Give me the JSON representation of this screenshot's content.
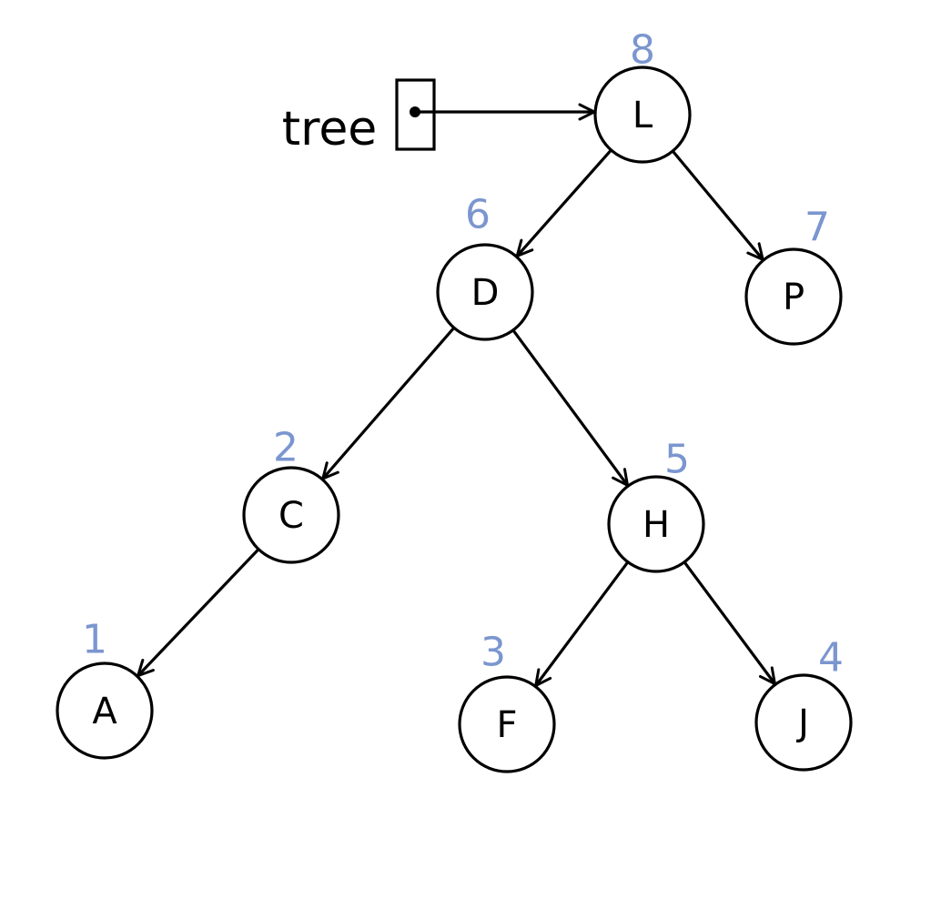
{
  "pointer": {
    "label": "tree",
    "target": "L"
  },
  "colors": {
    "ink": "#000000",
    "order_annotation": "#7b96cf",
    "background": "#ffffff"
  },
  "nodes": [
    {
      "id": "L",
      "label": "L",
      "order": "8"
    },
    {
      "id": "D",
      "label": "D",
      "order": "6"
    },
    {
      "id": "P",
      "label": "P",
      "order": "7"
    },
    {
      "id": "C",
      "label": "C",
      "order": "2"
    },
    {
      "id": "H",
      "label": "H",
      "order": "5"
    },
    {
      "id": "A",
      "label": "A",
      "order": "1"
    },
    {
      "id": "F",
      "label": "F",
      "order": "3"
    },
    {
      "id": "J",
      "label": "J",
      "order": "4"
    }
  ],
  "edges": [
    {
      "from": "L",
      "to": "D"
    },
    {
      "from": "L",
      "to": "P"
    },
    {
      "from": "D",
      "to": "C"
    },
    {
      "from": "D",
      "to": "H"
    },
    {
      "from": "C",
      "to": "A"
    },
    {
      "from": "H",
      "to": "F"
    },
    {
      "from": "H",
      "to": "J"
    }
  ]
}
